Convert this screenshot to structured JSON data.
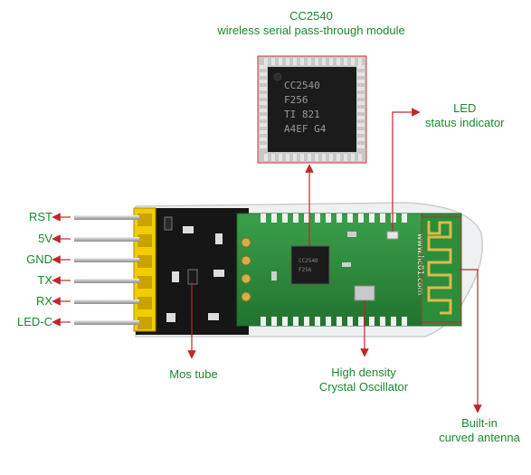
{
  "chip_title": {
    "line1": "CC2540",
    "line2": "wireless serial pass-through module"
  },
  "chip_marking": [
    "CC2540",
    "F256",
    "TI  821",
    "A4EF G4"
  ],
  "led_label": {
    "line1": "LED",
    "line2": "status indicator"
  },
  "pins": [
    "RST",
    "5V",
    "GND",
    "TX",
    "RX",
    "LED-C"
  ],
  "mos_label": "Mos tube",
  "crystal_label": {
    "line1": "High density",
    "line2": "Crystal Oscillator"
  },
  "antenna_label": {
    "line1": "Built-in",
    "line2": "curved antenna"
  },
  "board_silk": "www.hc01.com",
  "colors": {
    "label": "#1a8a2a",
    "arrow": "#c0262a",
    "pcb": "#2e8b3a",
    "header": "#e8c400"
  }
}
